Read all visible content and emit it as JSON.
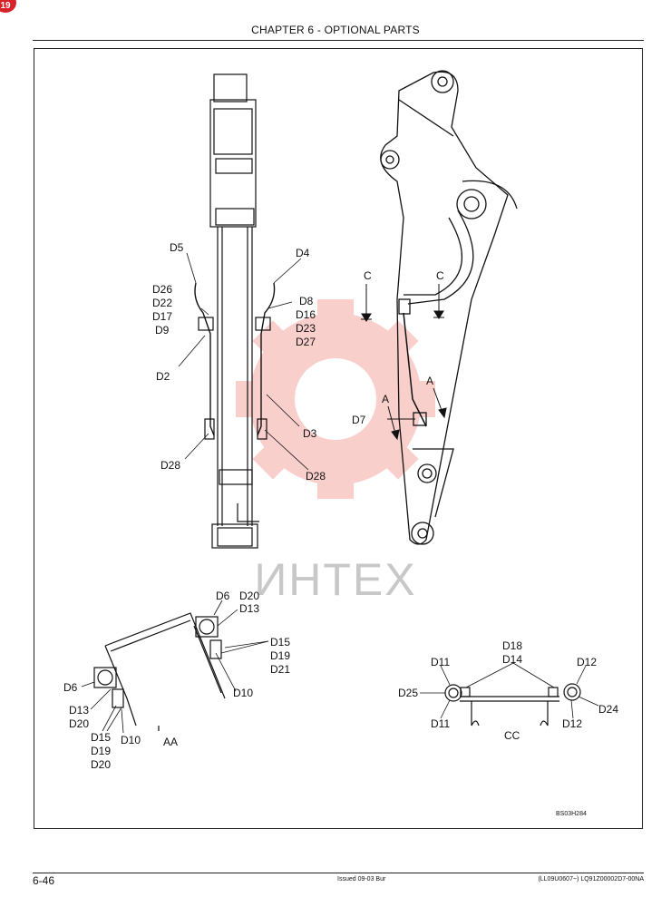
{
  "header": {
    "chapter_title": "CHAPTER 6 - OPTIONAL PARTS",
    "badge": "19"
  },
  "watermark": {
    "text": "ИНТЕХ",
    "color": "#e8281e"
  },
  "figure": {
    "id": "BS03H284",
    "left_view_labels": {
      "d5": "D5",
      "d4": "D4",
      "d26": "D26",
      "d22": "D22",
      "d17": "D17",
      "d9": "D9",
      "d8": "D8",
      "d16": "D16",
      "d23": "D23",
      "d27": "D27",
      "d2": "D2",
      "d3": "D3",
      "d28_left": "D28",
      "d28_right": "D28"
    },
    "right_view_labels": {
      "c_left": "C",
      "c_right": "C",
      "a_upper": "A",
      "a_lower": "A",
      "d7": "D7"
    },
    "section_aa": {
      "title": "AA",
      "d6_top": "D6",
      "d20_top": "D20",
      "d13_top": "D13",
      "d15_right": "D15",
      "d19_right": "D19",
      "d21_right": "D21",
      "d10_right": "D10",
      "d6_left": "D6",
      "d13_left": "D13",
      "d20_left": "D20",
      "d15_bottom": "D15",
      "d19_bottom": "D19",
      "d20_bottom": "D20",
      "d10_bottom": "D10"
    },
    "section_cc": {
      "title": "CC",
      "d18": "D18",
      "d14": "D14",
      "d11_top": "D11",
      "d12_top": "D12",
      "d25": "D25",
      "d24": "D24",
      "d11_bottom": "D11",
      "d12_bottom": "D12"
    }
  },
  "footer": {
    "page_number": "6-46",
    "issued": "Issued 09-03   Bur",
    "doc_ref": "(LL09U0607~)   LQ91Z00002D7-00NA"
  }
}
